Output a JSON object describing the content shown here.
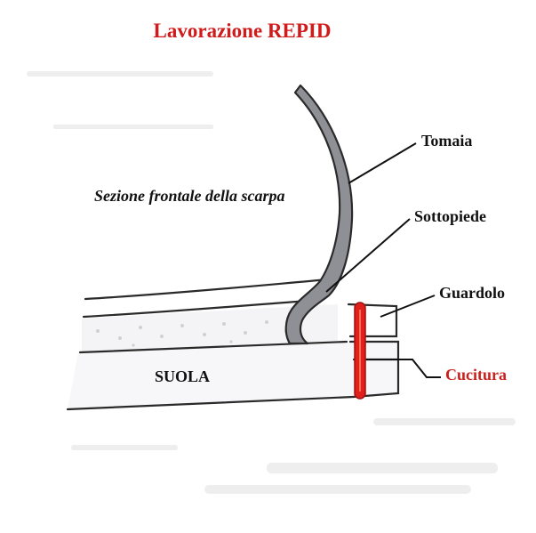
{
  "title": "Lavorazione REPID",
  "subtitle": "Sezione frontale della scarpa",
  "labels": {
    "tomaia": "Tomaia",
    "sottopiede": "Sottopiede",
    "guardolo": "Guardolo",
    "cucitura": "Cucitura",
    "suola": "SUOLA"
  },
  "colors": {
    "title": "#d11a1a",
    "cucitura": "#c8201c",
    "stitch": "#e0201a",
    "upper_fill": "#8f8f96",
    "outline": "#2a2a2a"
  }
}
